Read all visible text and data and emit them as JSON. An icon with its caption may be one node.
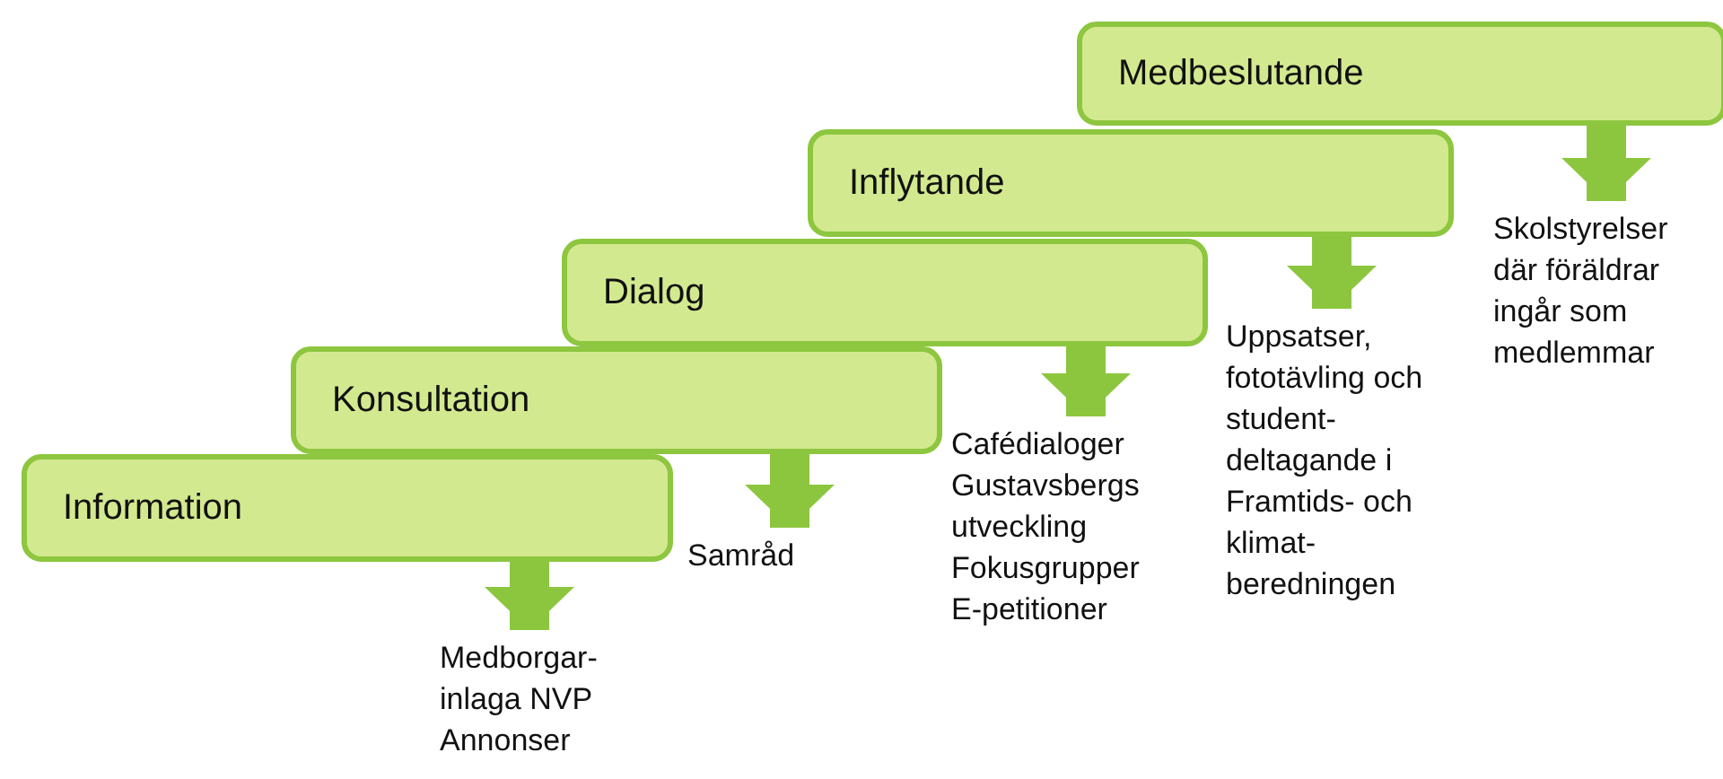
{
  "diagram": {
    "nodes": [
      {
        "text": [
          "Information"
        ]
      },
      {
        "text": [
          "Medborgar- inlaga NVP Annonser"
        ]
      },
      {
        "text": [
          "Konsultation"
        ]
      },
      {
        "text": [
          "Samråd"
        ]
      },
      {
        "text": [
          "Dialog"
        ]
      },
      {
        "text": [
          "Cafédialoger Gustavsbergs utveckling Fokusgrupper E-petitioner"
        ]
      },
      {
        "text": [
          "Inflytande"
        ]
      },
      {
        "text": [
          "Uppsatser, fototävling och student- deltagande i Framtids- och klimat- beredningen"
        ]
      },
      {
        "text": [
          "Medbeslutande"
        ]
      },
      {
        "text": [
          "Skolstyrelser där föräldrar ingår som medlemmar"
        ]
      }
    ],
    "edges": [
      {
        "from": 0,
        "to": 1,
        "arrow": "to"
      },
      {
        "from": 2,
        "to": 3,
        "arrow": "to"
      },
      {
        "from": 4,
        "to": 5,
        "arrow": "to"
      },
      {
        "from": 6,
        "to": 7,
        "arrow": "to"
      },
      {
        "from": 8,
        "to": 9,
        "arrow": "to"
      }
    ]
  }
}
